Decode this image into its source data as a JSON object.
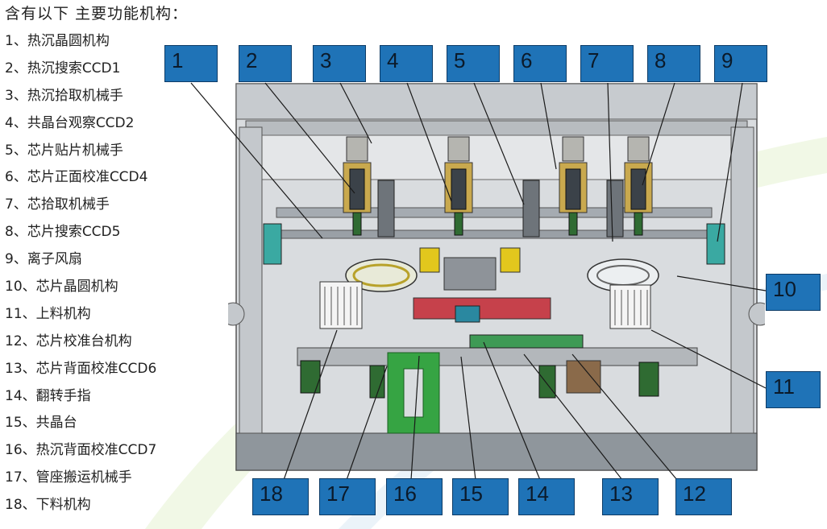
{
  "title": "含有以下 主要功能机构：",
  "legend": [
    "1、热沉晶圆机构",
    "2、热沉搜索CCD1",
    "3、热沉拾取机械手",
    "4、共晶台观察CCD2",
    "5、芯片贴片机械手",
    "6、芯片正面校准CCD4",
    "7、芯拾取机械手",
    "8、芯片搜索CCD5",
    "9、离子风扇",
    "10、芯片晶圆机构",
    "11、上料机构",
    "12、芯片校准台机构",
    "13、芯片背面校准CCD6",
    "14、翻转手指",
    "15、共晶台",
    "16、热沉背面校准CCD7",
    "17、管座搬运机械手",
    "18、下料机构"
  ],
  "callouts": [
    "1",
    "2",
    "3",
    "4",
    "5",
    "6",
    "7",
    "8",
    "9",
    "10",
    "11",
    "12",
    "13",
    "14",
    "15",
    "16",
    "17",
    "18"
  ],
  "colors": {
    "callout_fill": "#1f73b7",
    "callout_text": "#0b1a2a",
    "machine_frame": "#8a9199"
  }
}
